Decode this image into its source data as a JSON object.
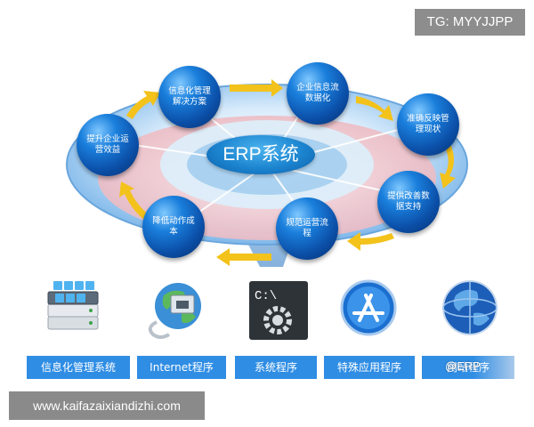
{
  "badges": {
    "tg": "TG: MYYJJPP",
    "url": "www.kaifazaixiandizhi.com"
  },
  "diagram": {
    "center": "ERP系统",
    "nodes": [
      "信息化管理解决方案",
      "企业信息流数据化",
      "准确反映管理现状",
      "提供改善数据支持",
      "规范运营流程",
      "降低动作成本",
      "提升企业运营效益"
    ]
  },
  "categories": [
    "信息化管理系统",
    "Internet程序",
    "系统程序",
    "特殊应用程序",
    "网站程序"
  ],
  "icons": [
    "server-stack-icon",
    "globe-network-icon",
    "command-gear-icon",
    "app-store-icon",
    "web-globe-icon"
  ],
  "watermark": "@ERP",
  "colors": {
    "node_blue": "#0b4fa8",
    "arrow_yellow": "#f3c21b",
    "label_blue": "#2f8de4"
  }
}
